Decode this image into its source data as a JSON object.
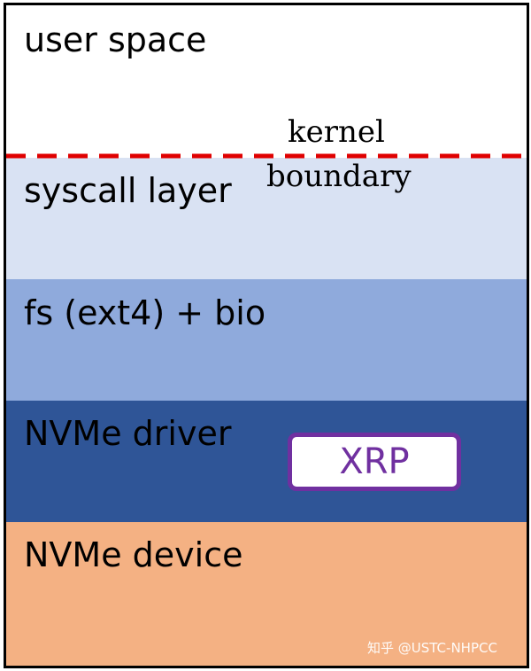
{
  "layers": {
    "user_space": {
      "label": "user space",
      "color": "#ffffff"
    },
    "syscall": {
      "label": "syscall layer",
      "color": "#d9e2f3"
    },
    "fs": {
      "label": "fs (ext4) + bio",
      "color": "#8faadc"
    },
    "driver": {
      "label": "NVMe driver",
      "color": "#2f5597"
    },
    "device": {
      "label": "NVMe device",
      "color": "#f4b183"
    }
  },
  "kernel_boundary": {
    "label_top": "kernel",
    "label_bottom": "boundary",
    "line_color": "#e00000",
    "line_style": "dashed"
  },
  "xrp": {
    "label": "XRP",
    "color": "#7030a0"
  },
  "watermark": "知乎 @USTC-NHPCC"
}
